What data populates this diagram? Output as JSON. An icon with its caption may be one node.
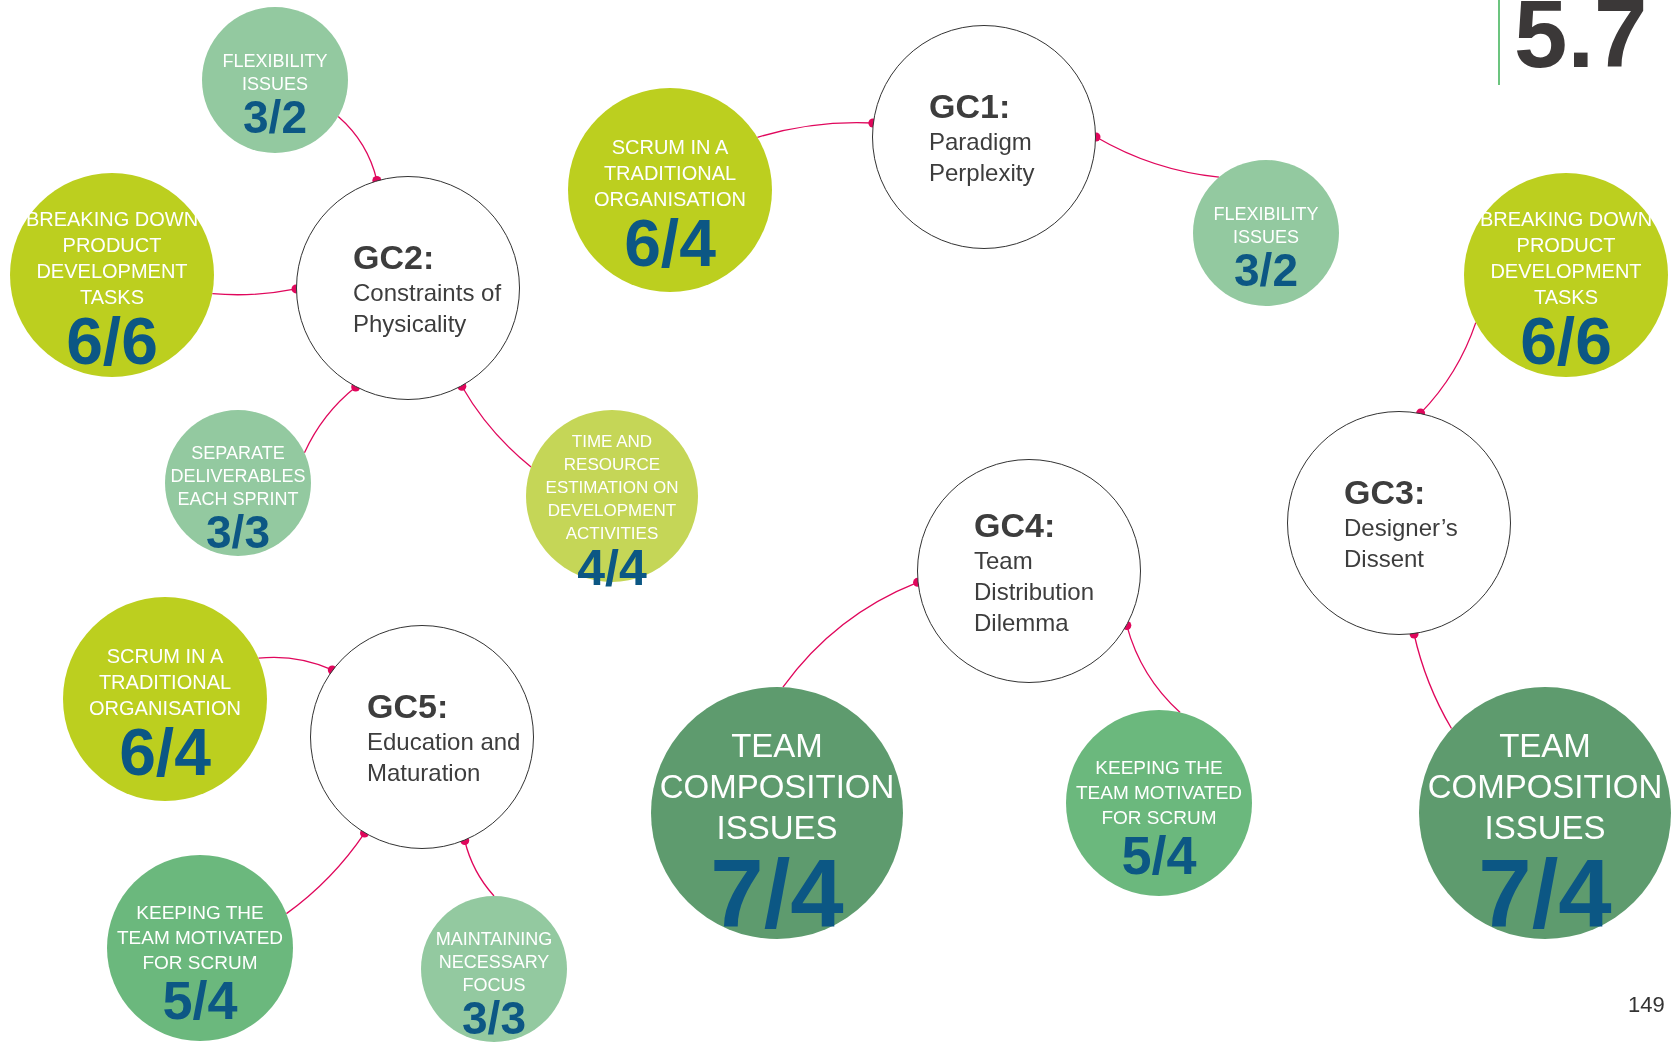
{
  "diagram": {
    "nodes": [
      {
        "text": [
          "FLEXIBILITY ISSUES",
          "3/2"
        ]
      },
      {
        "text": [
          "SCRUM IN A TRADITIONAL ORGANISATION",
          "6/4"
        ]
      },
      {
        "text": [
          "GC1:",
          "Paradigm Perplexity"
        ]
      },
      {
        "text": [
          "BREAKING DOWN PRODUCT DEVELOPMENT TASKS",
          "6/6"
        ]
      },
      {
        "text": [
          "GC2:",
          "Constraints of Physicality"
        ]
      },
      {
        "text": [
          "FLEXIBILITY ISSUES",
          "3/2"
        ]
      },
      {
        "text": [
          "BREAKING DOWN PRODUCT DEVELOPMENT TASKS",
          "6/6"
        ]
      },
      {
        "text": [
          "SEPARATE DELIVERABLES EACH SPRINT",
          "3/3"
        ]
      },
      {
        "text": [
          "TIME AND RESOURCE ESTIMATION ON DEVELOPMENT ACTIVITIES",
          "4/4"
        ]
      },
      {
        "text": [
          "GC4:",
          "Team Distribution Dilemma"
        ]
      },
      {
        "text": [
          "GC3:",
          "Designer’s Dissent"
        ]
      },
      {
        "text": [
          "SCRUM IN A TRADITIONAL ORGANISATION",
          "6/4"
        ]
      },
      {
        "text": [
          "GC5:",
          "Education and Maturation"
        ]
      },
      {
        "text": [
          "TEAM COMPOSITION ISSUES",
          "7/4"
        ]
      },
      {
        "text": [
          "KEEPING THE TEAM MOTIVATED FOR SCRUM",
          "5/4"
        ]
      },
      {
        "text": [
          "TEAM COMPOSITION ISSUES",
          "7/4"
        ]
      },
      {
        "text": [
          "KEEPING THE TEAM MOTIVATED FOR SCRUM",
          "5/4"
        ]
      },
      {
        "text": [
          "MAINTAINING NECESSARY FOCUS",
          "3/3"
        ]
      }
    ],
    "edges": [
      {
        "from": 0,
        "to": 4,
        "arrow": "other"
      },
      {
        "from": 3,
        "to": 4,
        "arrow": "other"
      },
      {
        "from": 7,
        "to": 4,
        "arrow": "other"
      },
      {
        "from": 8,
        "to": 4,
        "arrow": "other"
      },
      {
        "from": 1,
        "to": 2,
        "arrow": "other"
      },
      {
        "from": 5,
        "to": 2,
        "arrow": "other"
      },
      {
        "from": 6,
        "to": 10,
        "arrow": "other"
      },
      {
        "from": 13,
        "to": 9,
        "arrow": "other"
      },
      {
        "from": 14,
        "to": 9,
        "arrow": "other"
      },
      {
        "from": 15,
        "to": 10,
        "arrow": "other"
      },
      {
        "from": 11,
        "to": 12,
        "arrow": "other"
      },
      {
        "from": 16,
        "to": 12,
        "arrow": "other"
      },
      {
        "from": 17,
        "to": 12,
        "arrow": "other"
      }
    ],
    "labels": [
      "5.7",
      "149"
    ]
  }
}
